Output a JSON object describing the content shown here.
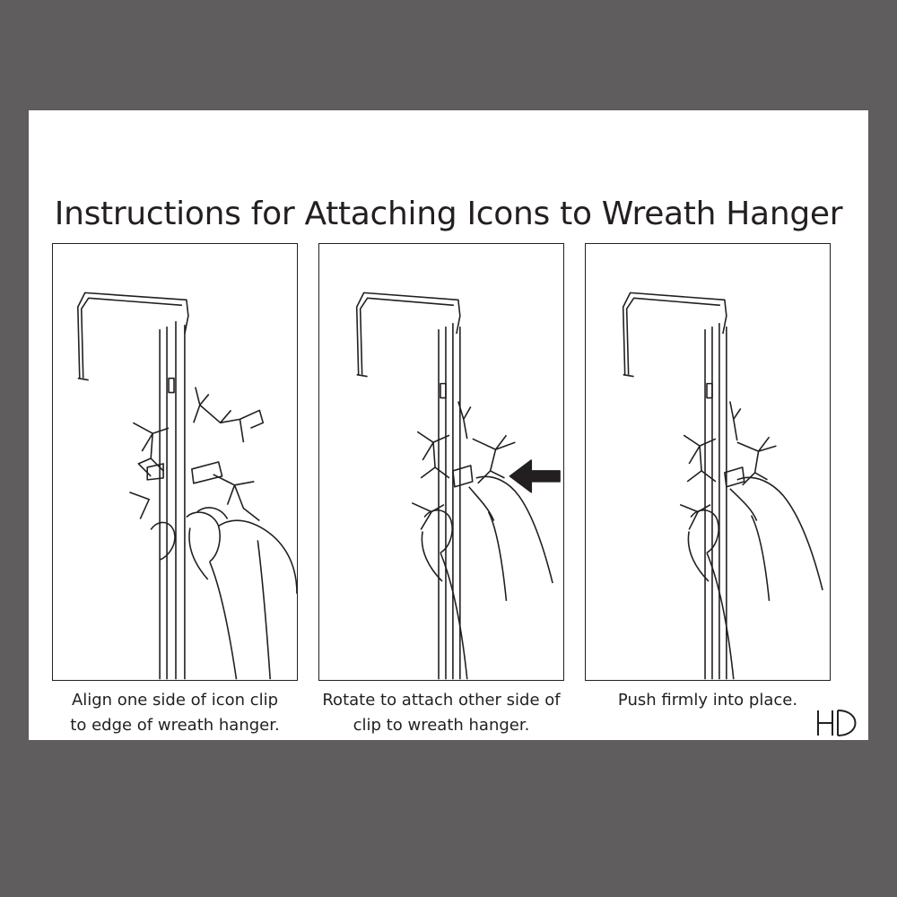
{
  "title": "Instructions for Attaching Icons to Wreath Hanger",
  "steps": [
    {
      "caption_line1": "Align one side of icon clip",
      "caption_line2": "to edge of wreath hanger."
    },
    {
      "caption_line1": "Rotate to attach other side of",
      "caption_line2": "clip to wreath hanger."
    },
    {
      "caption_line1": "Push firmly into place.",
      "caption_line2": ""
    }
  ],
  "logo": "HD",
  "colors": {
    "background": "#5f5d5e",
    "sheet": "#ffffff",
    "ink": "#231f20"
  }
}
